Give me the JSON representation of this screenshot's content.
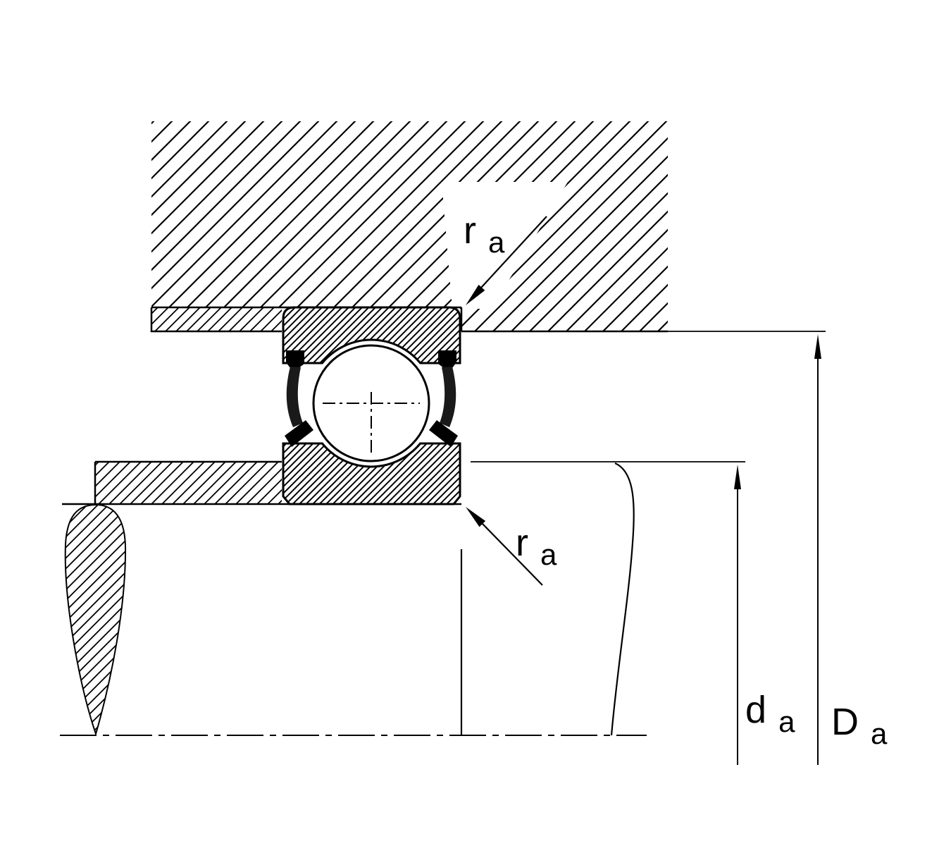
{
  "figure": {
    "background_color": "#ffffff",
    "line_color": "#000000",
    "seal_color": "#1a1a1a"
  },
  "labels": {
    "ra_top": {
      "main": "r",
      "sub": "a"
    },
    "ra_bottom": {
      "main": "r",
      "sub": "a"
    },
    "da": {
      "main": "d",
      "sub": "a"
    },
    "Da": {
      "main": "D",
      "sub": "a"
    }
  }
}
